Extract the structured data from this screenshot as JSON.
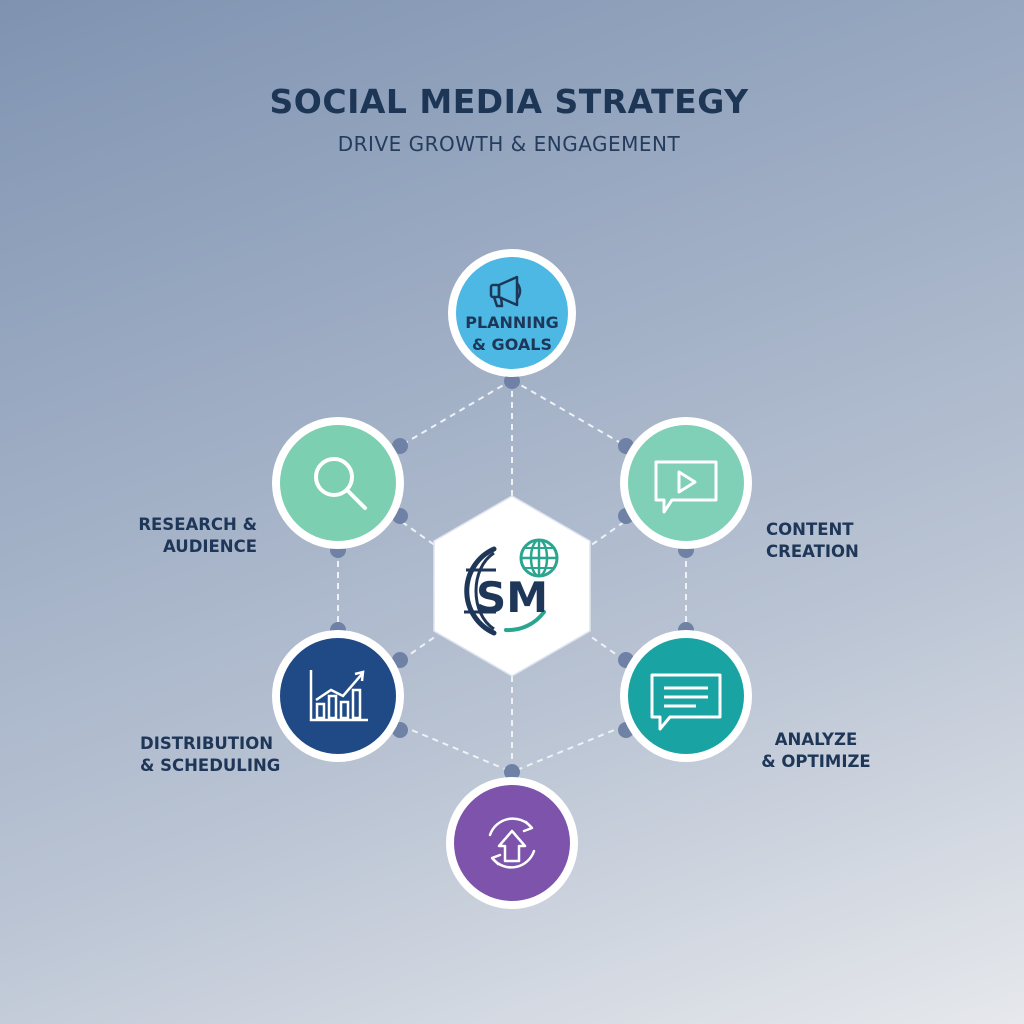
{
  "header": {
    "title": "SOCIAL MEDIA STRATEGY",
    "subtitle": "DRIVE GROWTH & ENGAGEMENT"
  },
  "center": {
    "logo_text": "SM"
  },
  "nodes": [
    {
      "id": "planning",
      "line1": "PLANNING",
      "line2": "& GOALS",
      "icon": "megaphone-icon",
      "color": "#4db8e3"
    },
    {
      "id": "content",
      "line1": "CONTENT",
      "line2": "CREATION",
      "icon": "video-chat-icon",
      "color": "#7fd0b6"
    },
    {
      "id": "analyze",
      "line1": "ANALYZE",
      "line2": "& OPTIMIZE",
      "icon": "chat-bubble-icon",
      "color": "#1aa3a3"
    },
    {
      "id": "cycle",
      "icon": "refresh-cycle-icon",
      "color": "#7d53ab"
    },
    {
      "id": "distribution",
      "line1": "DISTRIBUTION",
      "line2": "& SCHEDULING",
      "icon": "bar-chart-growth-icon",
      "color": "#1f4a85"
    },
    {
      "id": "research",
      "line1": "RESEARCH &",
      "line2": "AUDIENCE",
      "icon": "magnifier-icon",
      "color": "#7ccfb0"
    }
  ],
  "colors": {
    "navy": "#1e3658",
    "connector": "#eef2f7",
    "dot": "#6f82a6"
  }
}
